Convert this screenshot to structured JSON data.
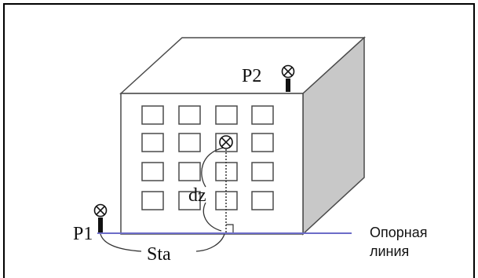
{
  "labels": {
    "p1": "P1",
    "p2": "P2",
    "dz": "dz",
    "sta": "Sta",
    "reference_line_line1": "Опорная",
    "reference_line_line2": "линия"
  },
  "icons": {
    "marker_symbol": "circled-x-icon"
  },
  "colors": {
    "frame": "#000000",
    "building_stroke": "#4a4a4a",
    "side_face": "#c8c8c8",
    "reference_line": "#6c6cc8"
  }
}
